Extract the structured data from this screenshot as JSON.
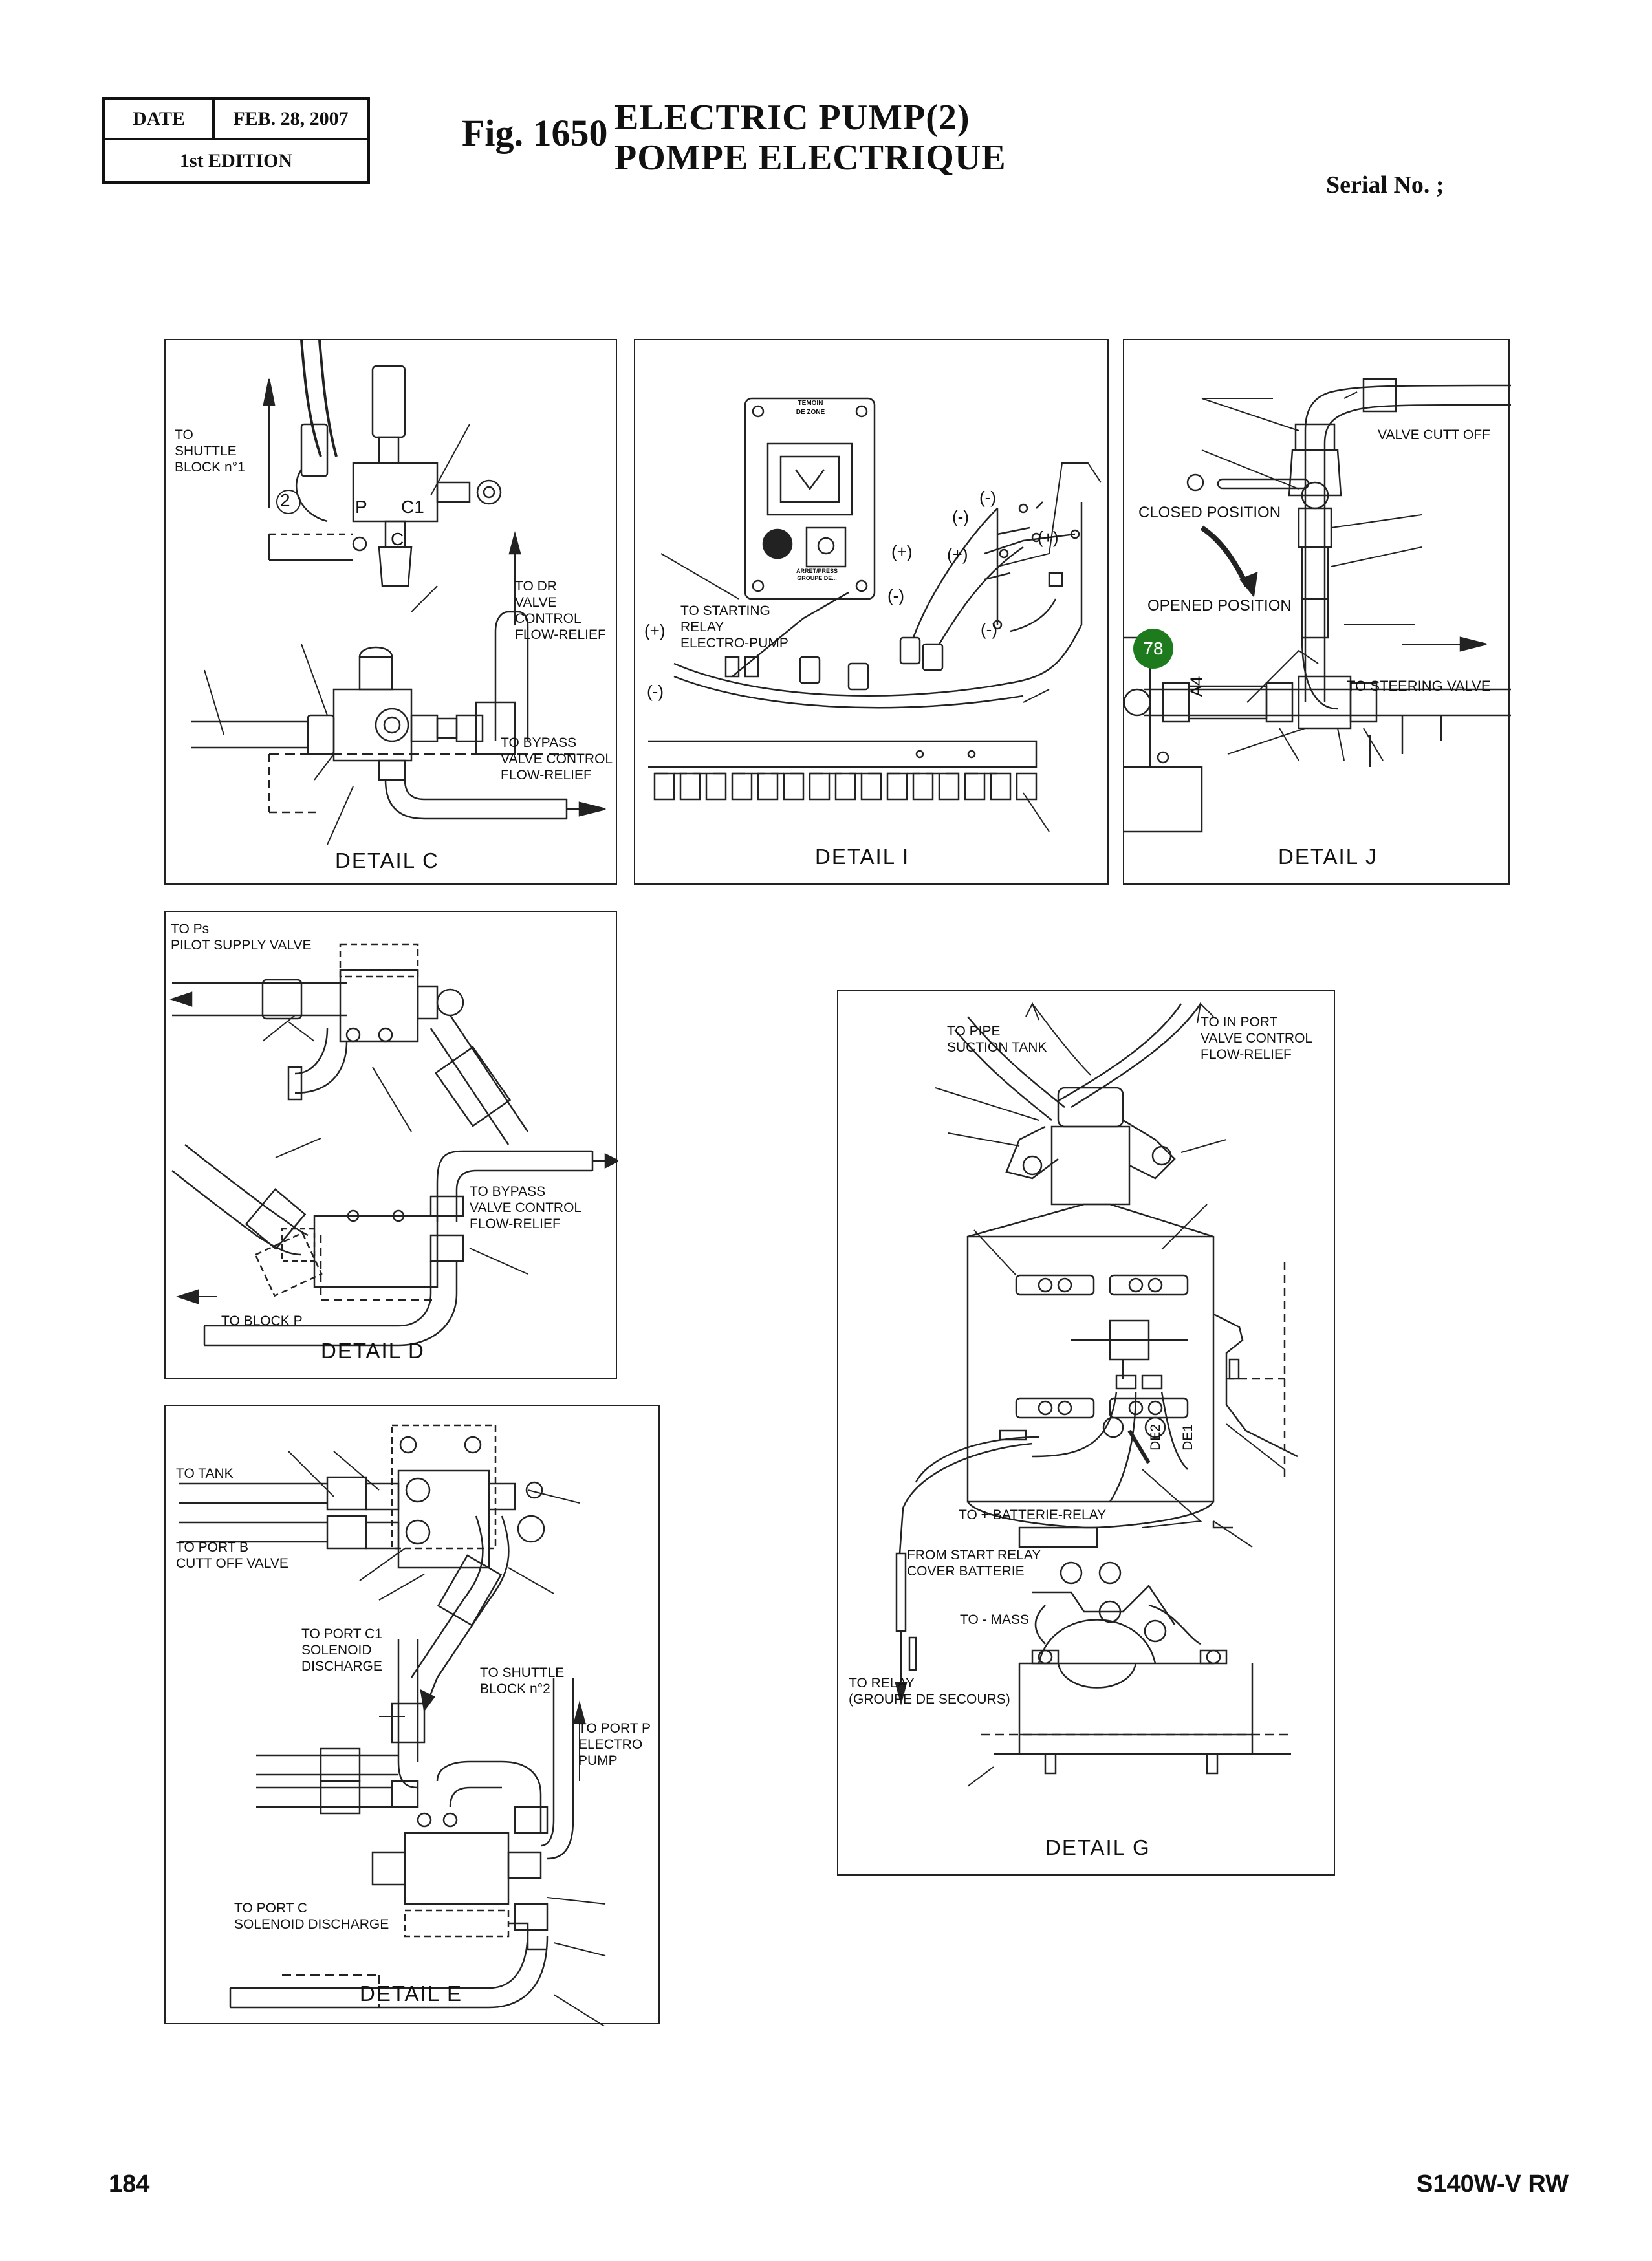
{
  "header": {
    "date_label": "DATE",
    "date_value": "FEB. 28, 2007",
    "edition": "1st EDITION",
    "fig_label": "Fig. 1650",
    "title_en": "ELECTRIC  PUMP(2)",
    "title_fr": "POMPE  ELECTRIQUE",
    "serial": "Serial No. ;"
  },
  "footer": {
    "page_number": "184",
    "model": "S140W-V RW"
  },
  "detail_c": {
    "title": "DETAIL  C",
    "to_shuttle": "TO\nSHUTTLE\nBLOCK n°1",
    "port_2": "2",
    "port_p": "P",
    "port_c1": "C1",
    "port_c": "C",
    "to_dr": "TO DR\nVALVE\nCONTROL\nFLOW-RELIEF",
    "to_bypass": "TO BYPASS\nVALVE CONTROL\nFLOW-RELIEF"
  },
  "detail_i": {
    "title": "DETAIL  I",
    "lamp_line1": "TEMOIN",
    "lamp_line2": "DE ZONE",
    "switch_text": "ARRET/PRESS\nGROUPE DE...",
    "to_starting": "TO STARTING\nRELAY\nELECTRO-PUMP",
    "plus": "(+)",
    "minus": "(-)"
  },
  "detail_j": {
    "title": "DETAIL  J",
    "valve_cut_off": "VALVE CUTT OFF",
    "closed_position": "CLOSED POSITION",
    "opened_position": "OPENED POSITION",
    "to_steering": "TO STEERING VALVE",
    "badge": "78",
    "a4": "A4"
  },
  "detail_d": {
    "title": "DETAIL  D",
    "to_ps": "TO Ps\nPILOT SUPPLY VALVE",
    "to_bypass": "TO BYPASS\nVALVE CONTROL\nFLOW-RELIEF",
    "to_block_p": "TO BLOCK P"
  },
  "detail_g": {
    "title": "DETAIL  G",
    "to_pipe": "TO PIPE\nSUCTION TANK",
    "to_in_port": "TO IN PORT\nVALVE CONTROL\nFLOW-RELIEF",
    "to_batterie": "TO + BATTERIE-RELAY",
    "from_start": "FROM START RELAY\nCOVER BATTERIE",
    "to_mass": "TO - MASS",
    "to_relay": "TO RELAY\n(GROUPE DE SECOURS)",
    "de1": "DE1",
    "de2": "DE2"
  },
  "detail_e": {
    "title": "DETAIL  E",
    "to_tank": "TO TANK",
    "to_port_b": "TO PORT B\nCUTT OFF VALVE",
    "to_port_c1": "TO PORT C1\nSOLENOID\nDISCHARGE",
    "to_shuttle": "TO SHUTTLE\nBLOCK n°2",
    "to_port_p": "TO PORT P\nELECTRO\nPUMP",
    "to_port_c": "TO PORT C\nSOLENOID DISCHARGE"
  }
}
